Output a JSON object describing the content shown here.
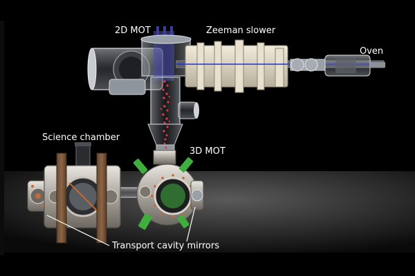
{
  "labels": {
    "mot2d": "2D MOT",
    "zeeman": "Zeeman slower",
    "oven": "Oven",
    "science": "Science chamber",
    "mot3d": "3D MOT",
    "mirrors": "Transport cavity mirrors"
  },
  "colors": {
    "background": "#000000",
    "label_text": "#ffffff",
    "atom_beam": "#d8384f",
    "mot_optics": "#3fae3f",
    "coil_blue": "#3b3f9a",
    "metal": "#b9b4ad",
    "floor": "#4a4a4a"
  }
}
